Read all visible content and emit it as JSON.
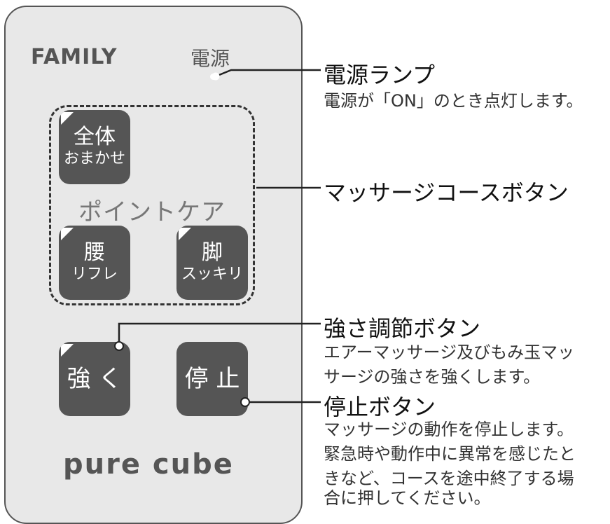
{
  "remote": {
    "brand": "FAMILY",
    "power_label": "電源",
    "buttons": {
      "zentai_line1": "全体",
      "zentai_line2": "おまかせ",
      "point_care": "ポイントケア",
      "koshi_line1": "腰",
      "koshi_line2": "リフレ",
      "ashi_line1": "脚",
      "ashi_line2": "スッキリ",
      "tsuyoku": "強 く",
      "teishi": "停 止"
    },
    "model_name": "pure cube"
  },
  "callouts": {
    "power_lamp": {
      "title": "電源ランプ",
      "desc": "電源が「ON」のとき点灯します。"
    },
    "course_buttons": {
      "title": "マッサージコースボタン"
    },
    "strength_button": {
      "title": "強さ調節ボタン",
      "desc_line1": "エアーマッサージ及びもみ玉マッ",
      "desc_line2": "サージの強さを強くします。"
    },
    "stop_button": {
      "title": "停止ボタン",
      "desc_line1": "マッサージの動作を停止します。",
      "desc_line2": "緊急時や動作中に異常を感じたと",
      "desc_line3": "きなど、コースを途中終了する場",
      "desc_line4": "合に押してください。"
    }
  }
}
